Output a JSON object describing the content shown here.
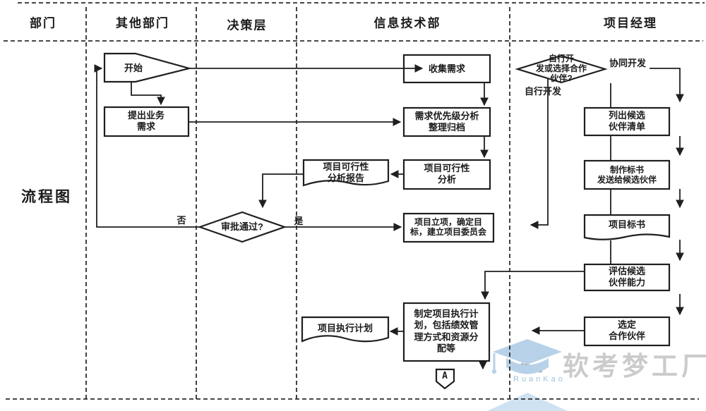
{
  "header": {
    "columns": [
      "部门",
      "其他部门",
      "决策层",
      "信息技术部",
      "项目经理"
    ]
  },
  "side_label": "流程图",
  "nodes": {
    "start": "开始",
    "propose_requirements": "提出业务\n需求",
    "collect_requirements": "收集需求",
    "priority_analysis": "需求优先级分析\n整理归档",
    "feasibility_analysis": "项目可行性\n分析",
    "feasibility_report": "项目可行性\n分析报告",
    "approval_decision": "审批通过?",
    "project_initiation": "项目立项，确定目\n标，建立项目委员会",
    "develop_decision": "自行开\n发或选择合作\n伙伴?",
    "list_candidates": "列出候选\n伙伴清单",
    "prepare_bid": "制作标书\n发送给候选伙伴",
    "project_bid": "项目标书",
    "evaluate_candidates": "评估候选\n伙伴能力",
    "select_partner": "选定\n合作伙伴",
    "make_execution_plan": "制定项目执行计\n划，包括绩效管\n理方式和资源分\n配等",
    "execution_plan_doc": "项目执行计划",
    "connector_a": "A"
  },
  "edge_labels": {
    "no": "否",
    "yes": "是",
    "self_develop": "自行开发",
    "co_develop": "协同开发"
  },
  "watermark": {
    "brand": "软考梦工厂",
    "logo_text": "软考",
    "logo_subtext": "RuanKao"
  },
  "colors": {
    "line": "#1f1f1f",
    "watermark_gray": "#cbcbcb",
    "watermark_blue": "#aecde5"
  }
}
